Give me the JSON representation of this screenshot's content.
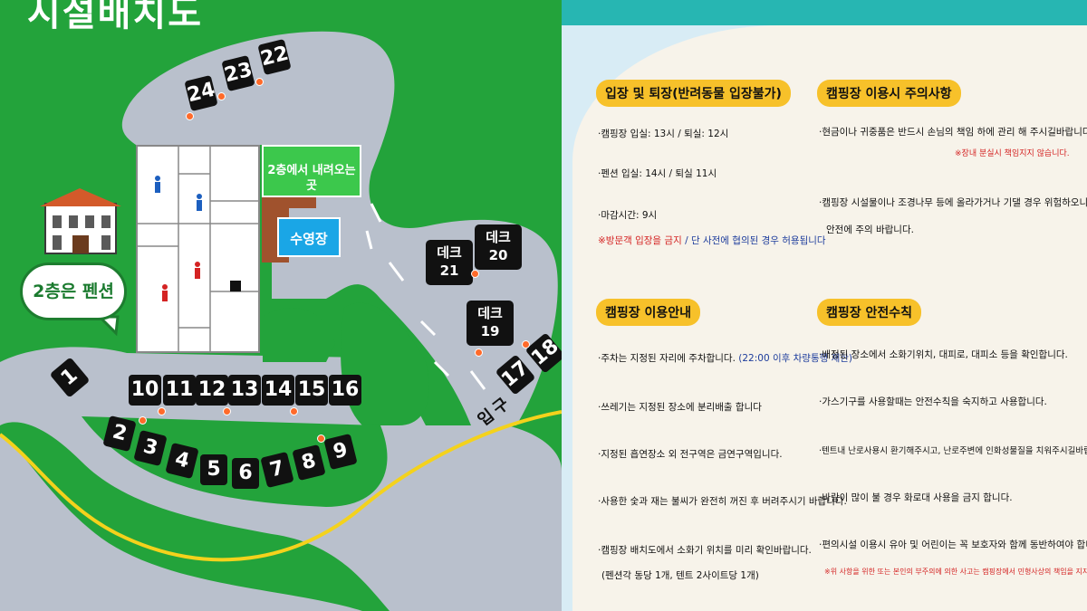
{
  "map": {
    "title": "시설배치도",
    "pension_label": "2층은 펜션",
    "pool_label": "수영장",
    "stairs_sign": "2층에서 내려오는 곳",
    "entrance_label": "입구",
    "sites_top": [
      "24",
      "23",
      "22"
    ],
    "sites_row1": [
      "10",
      "11",
      "12",
      "13",
      "14",
      "15",
      "16"
    ],
    "sites_row2": [
      "2",
      "3",
      "4",
      "5",
      "6",
      "7",
      "8",
      "9"
    ],
    "sites_right": [
      "17",
      "18"
    ],
    "site_one": "1",
    "decks": [
      {
        "label": "데크",
        "num": "21"
      },
      {
        "label": "데크",
        "num": "20"
      },
      {
        "label": "데크",
        "num": "19"
      }
    ],
    "colors": {
      "grass": "#23a33b",
      "road": "#b9c0cc",
      "marker": "#ff6a2a",
      "pool": "#1aa6e6"
    }
  },
  "board": {
    "sections": [
      {
        "heading": "입장 및 퇴장(반려동물 입장불가)",
        "items": [
          {
            "text": "·캠핑장 입실: 13시 / 퇴실: 12시"
          },
          {
            "text": "·펜션 입실: 14시 / 퇴실 11시"
          },
          {
            "text": "·마감시간: 9시"
          },
          {
            "red": "※방문객 입장을 금지",
            "blue": " / 단 사전에 협의된 경우 허용됩니다"
          }
        ]
      },
      {
        "heading": "캠핑장 이용시 주의사항",
        "items": [
          {
            "text": "·현금이나 귀중품은 반드시 손님의 책임 하에 관리 해 주시길바랍니다."
          },
          {
            "note": "※장내 분실시 책임지지 않습니다."
          },
          {
            "text": "·캠핑장 시설물이나 조경나무 등에 올라가거나 기댈 경우 위험하오니,"
          },
          {
            "text": "안전에 주의 바랍니다."
          }
        ]
      },
      {
        "heading": "캠핑장 이용안내",
        "items": [
          {
            "text": "·주차는 지정된 자리에 주차합니다.",
            "blue": " (22:00 이후 차량통행 제한)"
          },
          {
            "text": "·쓰레기는 지정된 장소에 분리배출 합니다"
          },
          {
            "text": "·지정된 흡연장소 외 전구역은 금연구역입니다."
          },
          {
            "text": "·사용한 숯과 재는 불씨가 완전히 꺼진 후 버려주시기 바랍니다."
          },
          {
            "text": "·캠핑장 배치도에서 소화기 위치를 미리 확인바랍니다."
          },
          {
            "text": "(펜션각 동당 1개, 텐트 2사이트당 1개)"
          }
        ]
      },
      {
        "heading": "캠핑장 안전수칙",
        "items": [
          {
            "text": "·배정된 장소에서 소화기위치, 대피로, 대피소 등을 확인합니다."
          },
          {
            "text": "·가스기구를 사용할때는 안전수칙을 숙지하고 사용합니다."
          },
          {
            "text": "·텐트내 난로사용시 환기해주시고, 난로주변에 인화성물질을 치워주시길바랍니다."
          },
          {
            "text": "·바람이 많이 불 경우 화로대 사용을 금지 합니다."
          },
          {
            "text": "·편의시설 이용시 유아 및 어린이는 꼭 보호자와 함께 동반하여야 합니다."
          },
          {
            "note": "※위 사항을 위한 또는 본인의 부주의에 의한 사고는 캠핑장에서 민형사상의 책임을 지지 않습니다."
          }
        ]
      }
    ]
  }
}
